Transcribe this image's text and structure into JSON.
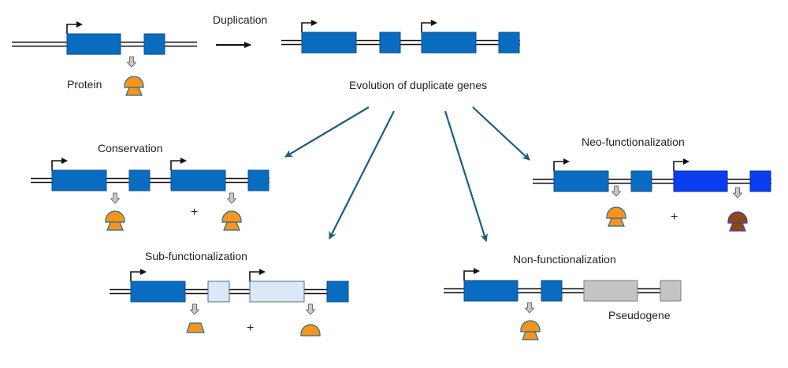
{
  "colors": {
    "exon": "#0a6cc0",
    "exon_stroke": "#0a4f8a",
    "exon_neo": "#0a3cf0",
    "exon_faded": "#dbe8f5",
    "exon_pseudo": "#c4c4c4",
    "protein": "#f7941d",
    "protein_stroke": "#1f6f8b",
    "protein_neo": "#8b4a10",
    "protein_neo_stroke": "#5533aa",
    "arrow_teal": "#1b5e80",
    "text": "#222222"
  },
  "labels": {
    "duplication": "Duplication",
    "protein": "Protein",
    "evolution": "Evolution of duplicate genes",
    "conservation": "Conservation",
    "neo": "Neo-functionalization",
    "sub": "Sub-functionalization",
    "non": "Non-functionalization",
    "pseudogene": "Pseudogene",
    "plus": "+"
  },
  "panels": [
    {
      "id": "original",
      "title_key": "protein",
      "exon_styles": [
        "exon",
        "exon"
      ]
    },
    {
      "id": "duplicated",
      "exon_styles": [
        "exon",
        "exon",
        "exon",
        "exon"
      ]
    },
    {
      "id": "conservation",
      "title_key": "conservation",
      "exon_styles": [
        "exon",
        "exon",
        "exon",
        "exon"
      ],
      "proteins": [
        "full",
        "full"
      ]
    },
    {
      "id": "neo-functionalization",
      "title_key": "neo",
      "exon_styles": [
        "exon",
        "exon",
        "exon_neo",
        "exon_neo"
      ],
      "proteins": [
        "full",
        "neo"
      ]
    },
    {
      "id": "sub-functionalization",
      "title_key": "sub",
      "exon_styles": [
        "exon",
        "exon_faded",
        "exon_faded",
        "exon"
      ],
      "proteins": [
        "bottom-half",
        "top-half"
      ]
    },
    {
      "id": "non-functionalization",
      "title_key": "non",
      "exon_styles": [
        "exon",
        "exon",
        "exon_pseudo",
        "exon_pseudo"
      ],
      "proteins": [
        "full"
      ]
    }
  ]
}
